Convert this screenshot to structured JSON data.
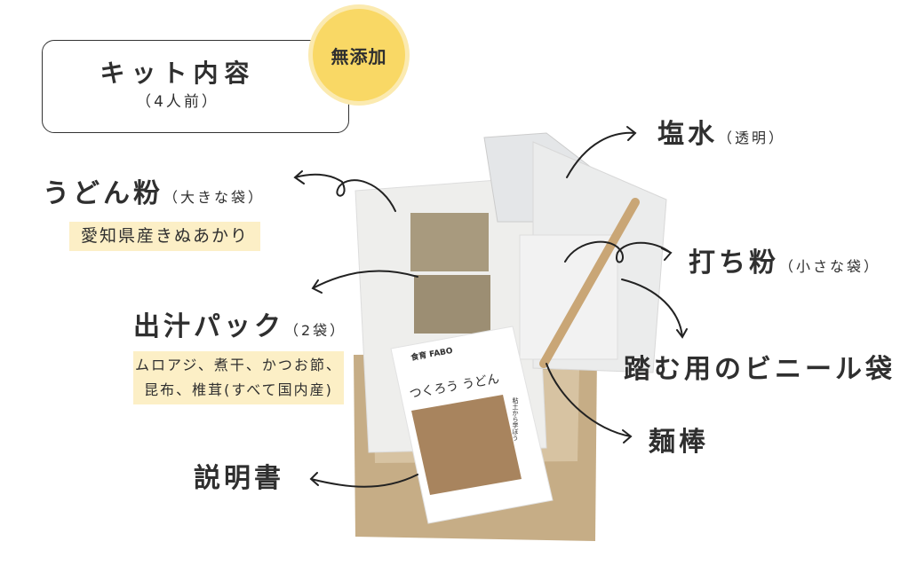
{
  "header": {
    "title": "キット内容",
    "servings": "（4人前）",
    "badge": "無添加"
  },
  "items": {
    "udon_flour": {
      "label": "うどん粉",
      "note": "（大きな袋）",
      "tag": "愛知県産きぬあかり"
    },
    "dashi_pack": {
      "label": "出汁パック",
      "note": "（2袋）",
      "tag_line1": "ムロアジ、煮干、かつお節、",
      "tag_line2": "昆布、椎茸(すべて国内産)"
    },
    "manual": {
      "label": "説明書"
    },
    "salt_water": {
      "label": "塩水",
      "note": "（透明）"
    },
    "dusting_flour": {
      "label": "打ち粉",
      "note": "（小さな袋）"
    },
    "vinyl_bag": {
      "label": "踏む用のビニール袋"
    },
    "rolling_pin": {
      "label": "麺棒"
    }
  },
  "leaflet": {
    "brand": "食育 FABO",
    "title": "つくろう うどん",
    "subtitle": "粘土から学ぼう"
  },
  "colors": {
    "badge": "#f9d865",
    "tag": "#fcefc6",
    "cardboard": "#c9b08a"
  }
}
